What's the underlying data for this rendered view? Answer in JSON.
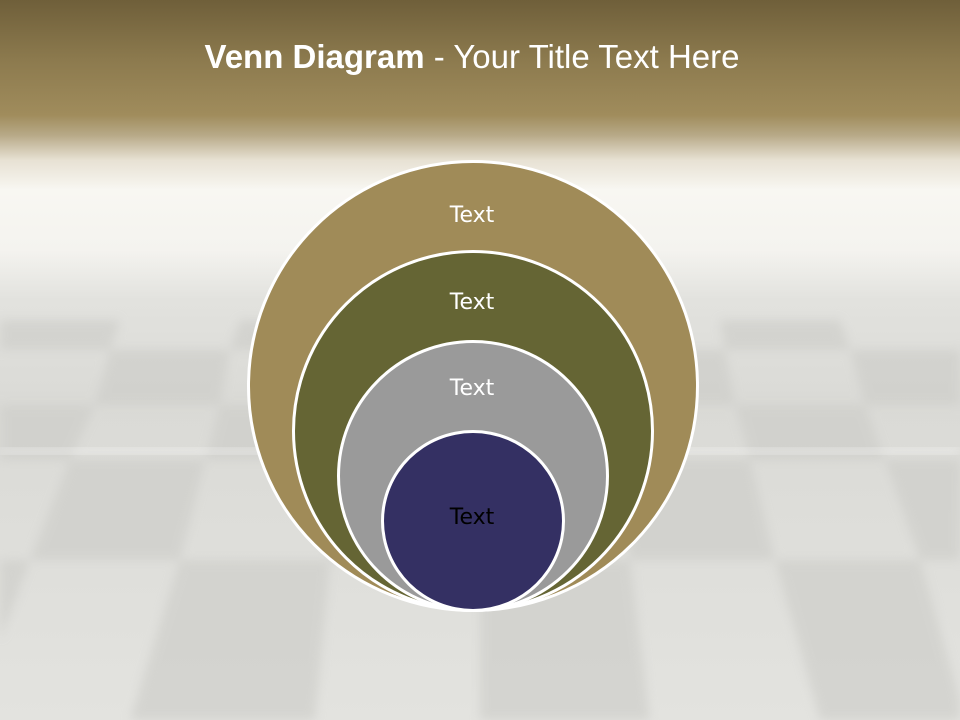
{
  "slide": {
    "title_bold": "Venn Diagram",
    "title_rest": " - Your Title Text Here"
  },
  "venn": {
    "circles": [
      {
        "label": "Text",
        "fill": "#a08b58",
        "text_color": "#ffffff"
      },
      {
        "label": "Text",
        "fill": "#656534",
        "text_color": "#ffffff"
      },
      {
        "label": "Text",
        "fill": "#9a9a9a",
        "text_color": "#ffffff"
      },
      {
        "label": "Text",
        "fill": "#343063",
        "text_color": "#000000"
      }
    ],
    "outline_color": "#ffffff"
  },
  "colors": {
    "header_band": "#8c7a4e",
    "floor_light": "#e3e3df",
    "floor_dark": "#cfcfcb"
  }
}
